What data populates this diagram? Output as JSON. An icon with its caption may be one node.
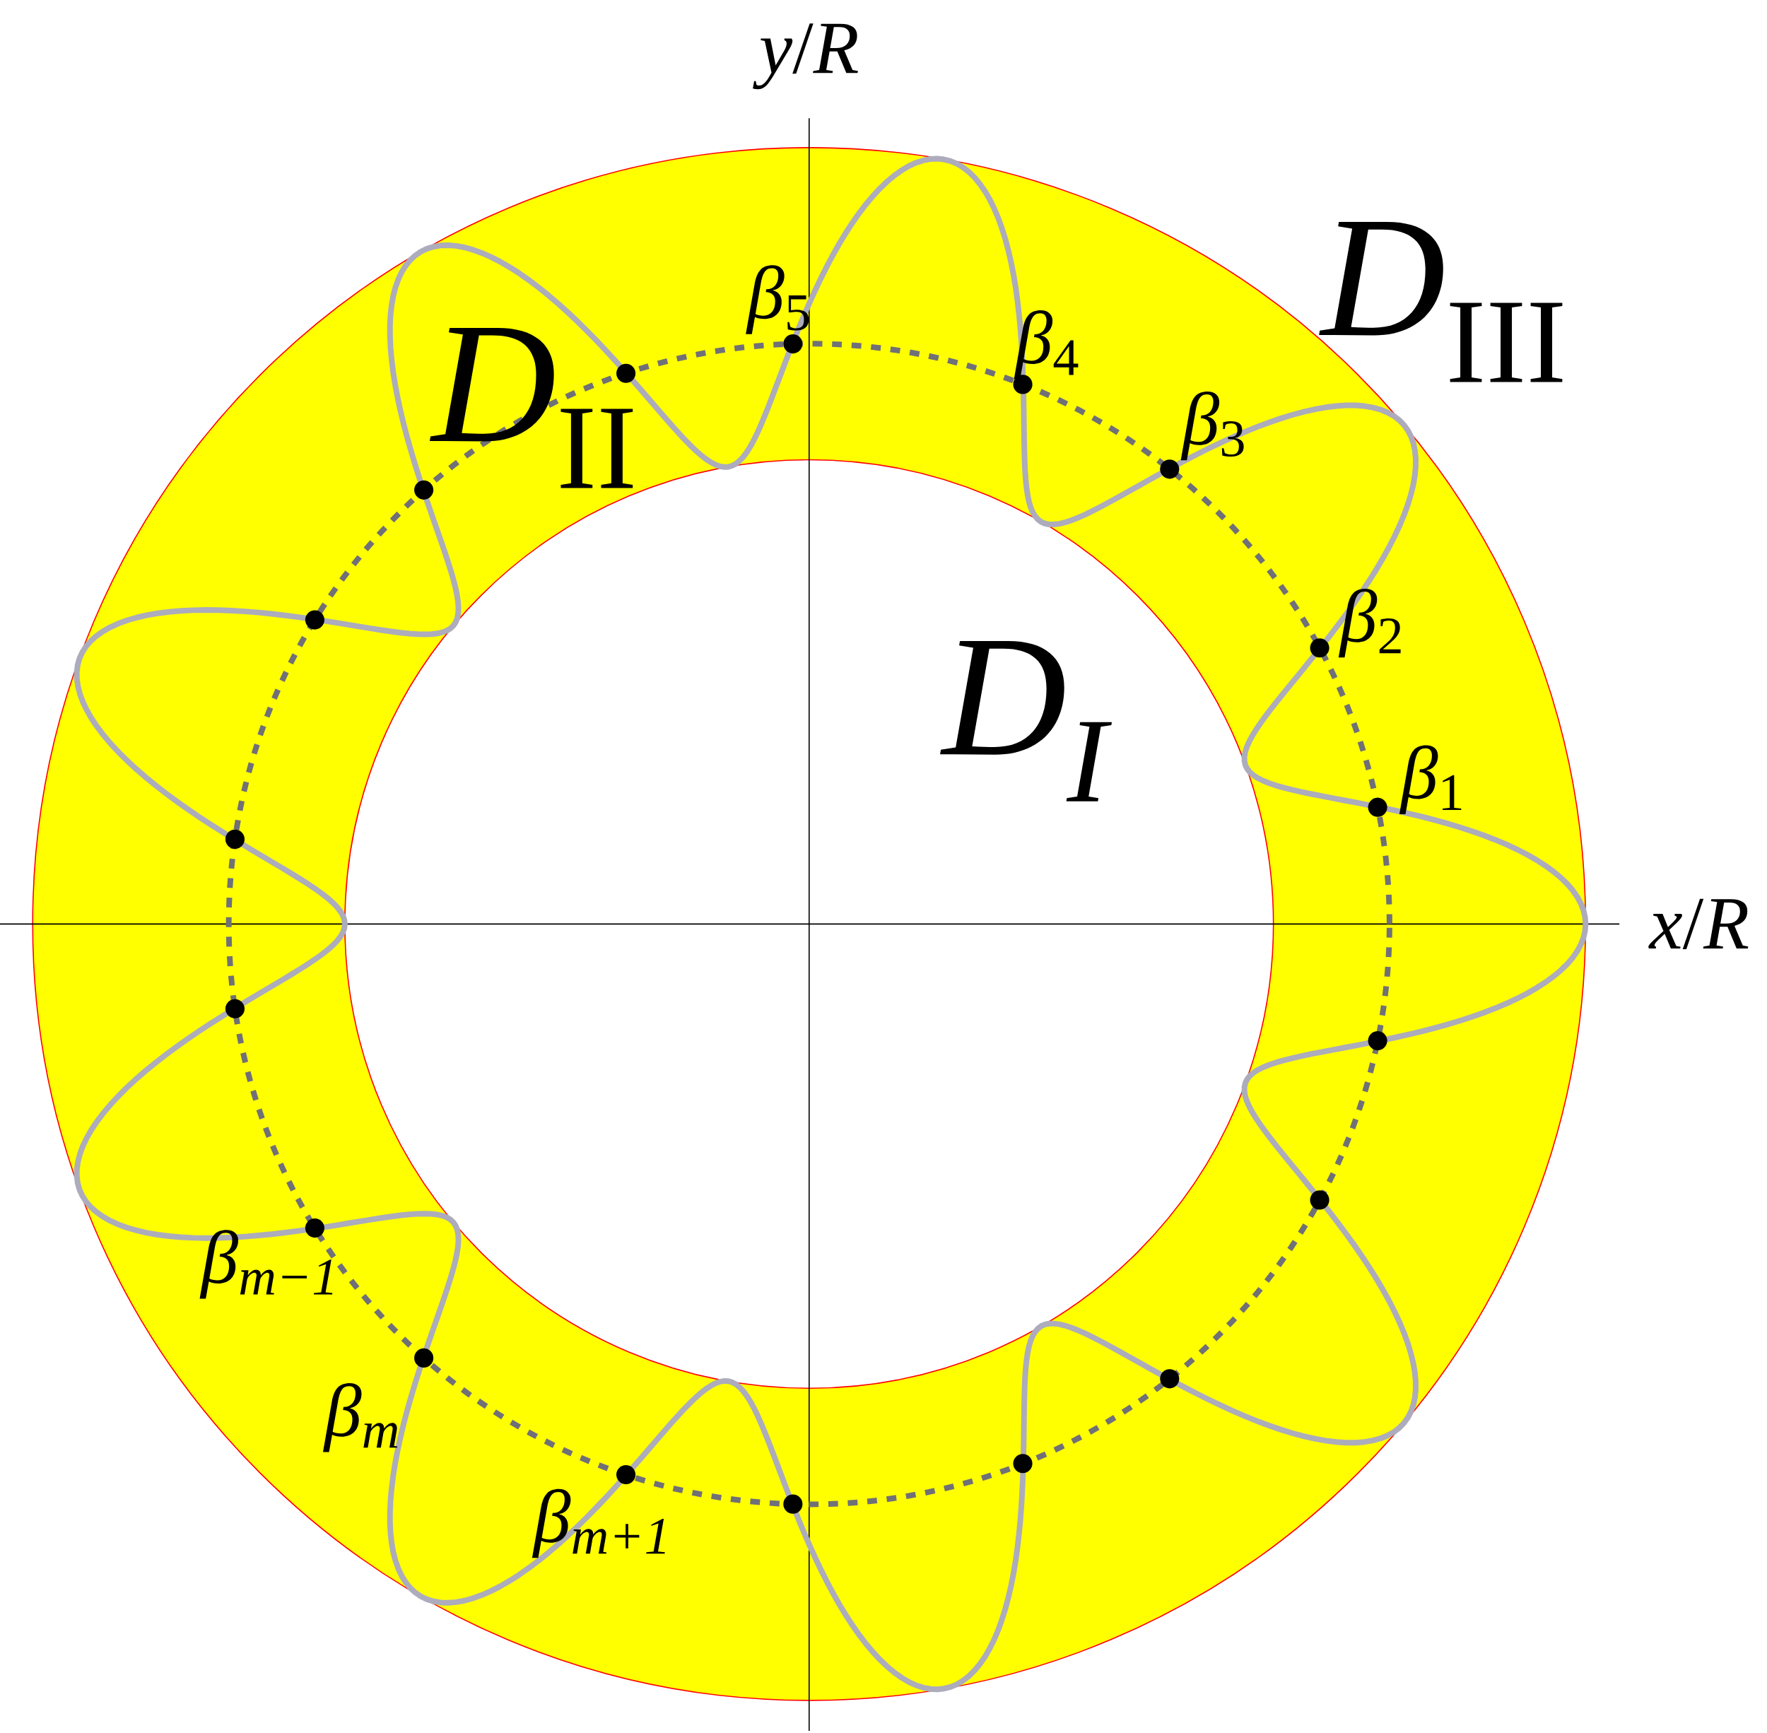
{
  "diagram": {
    "labels": [
      "*y*/*R*",
      "*D*$_{III}$",
      "*β*$_{5}$",
      "*β*$_{4}$",
      "*D*$_{II}$",
      "*β*$_{3}$",
      "*β*$_{2}$",
      "D$_{I}$",
      "*β*$_{1}$",
      "*x*/*R*",
      "β$_{m−1}$",
      "β$_{m}$",
      "β$_{m+1}$"
    ]
  }
}
